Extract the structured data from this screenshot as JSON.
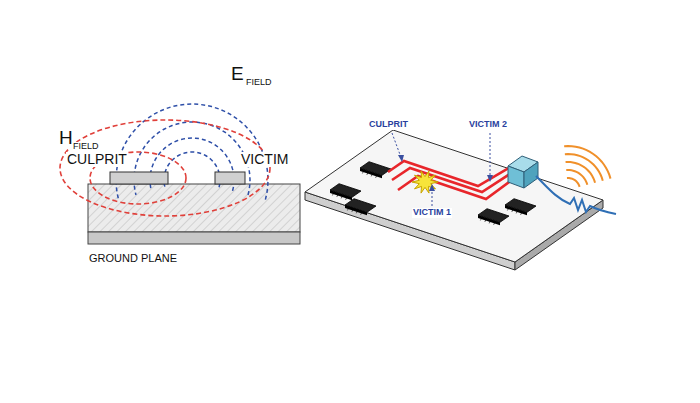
{
  "diagram": {
    "labels": [
      "H",
      "FIELD",
      "E",
      "FIELD",
      "CULPRIT",
      "VICTIM",
      "GROUND PLANE",
      "CULPRIT",
      "VICTIM 2",
      "VICTIM 1"
    ]
  }
}
